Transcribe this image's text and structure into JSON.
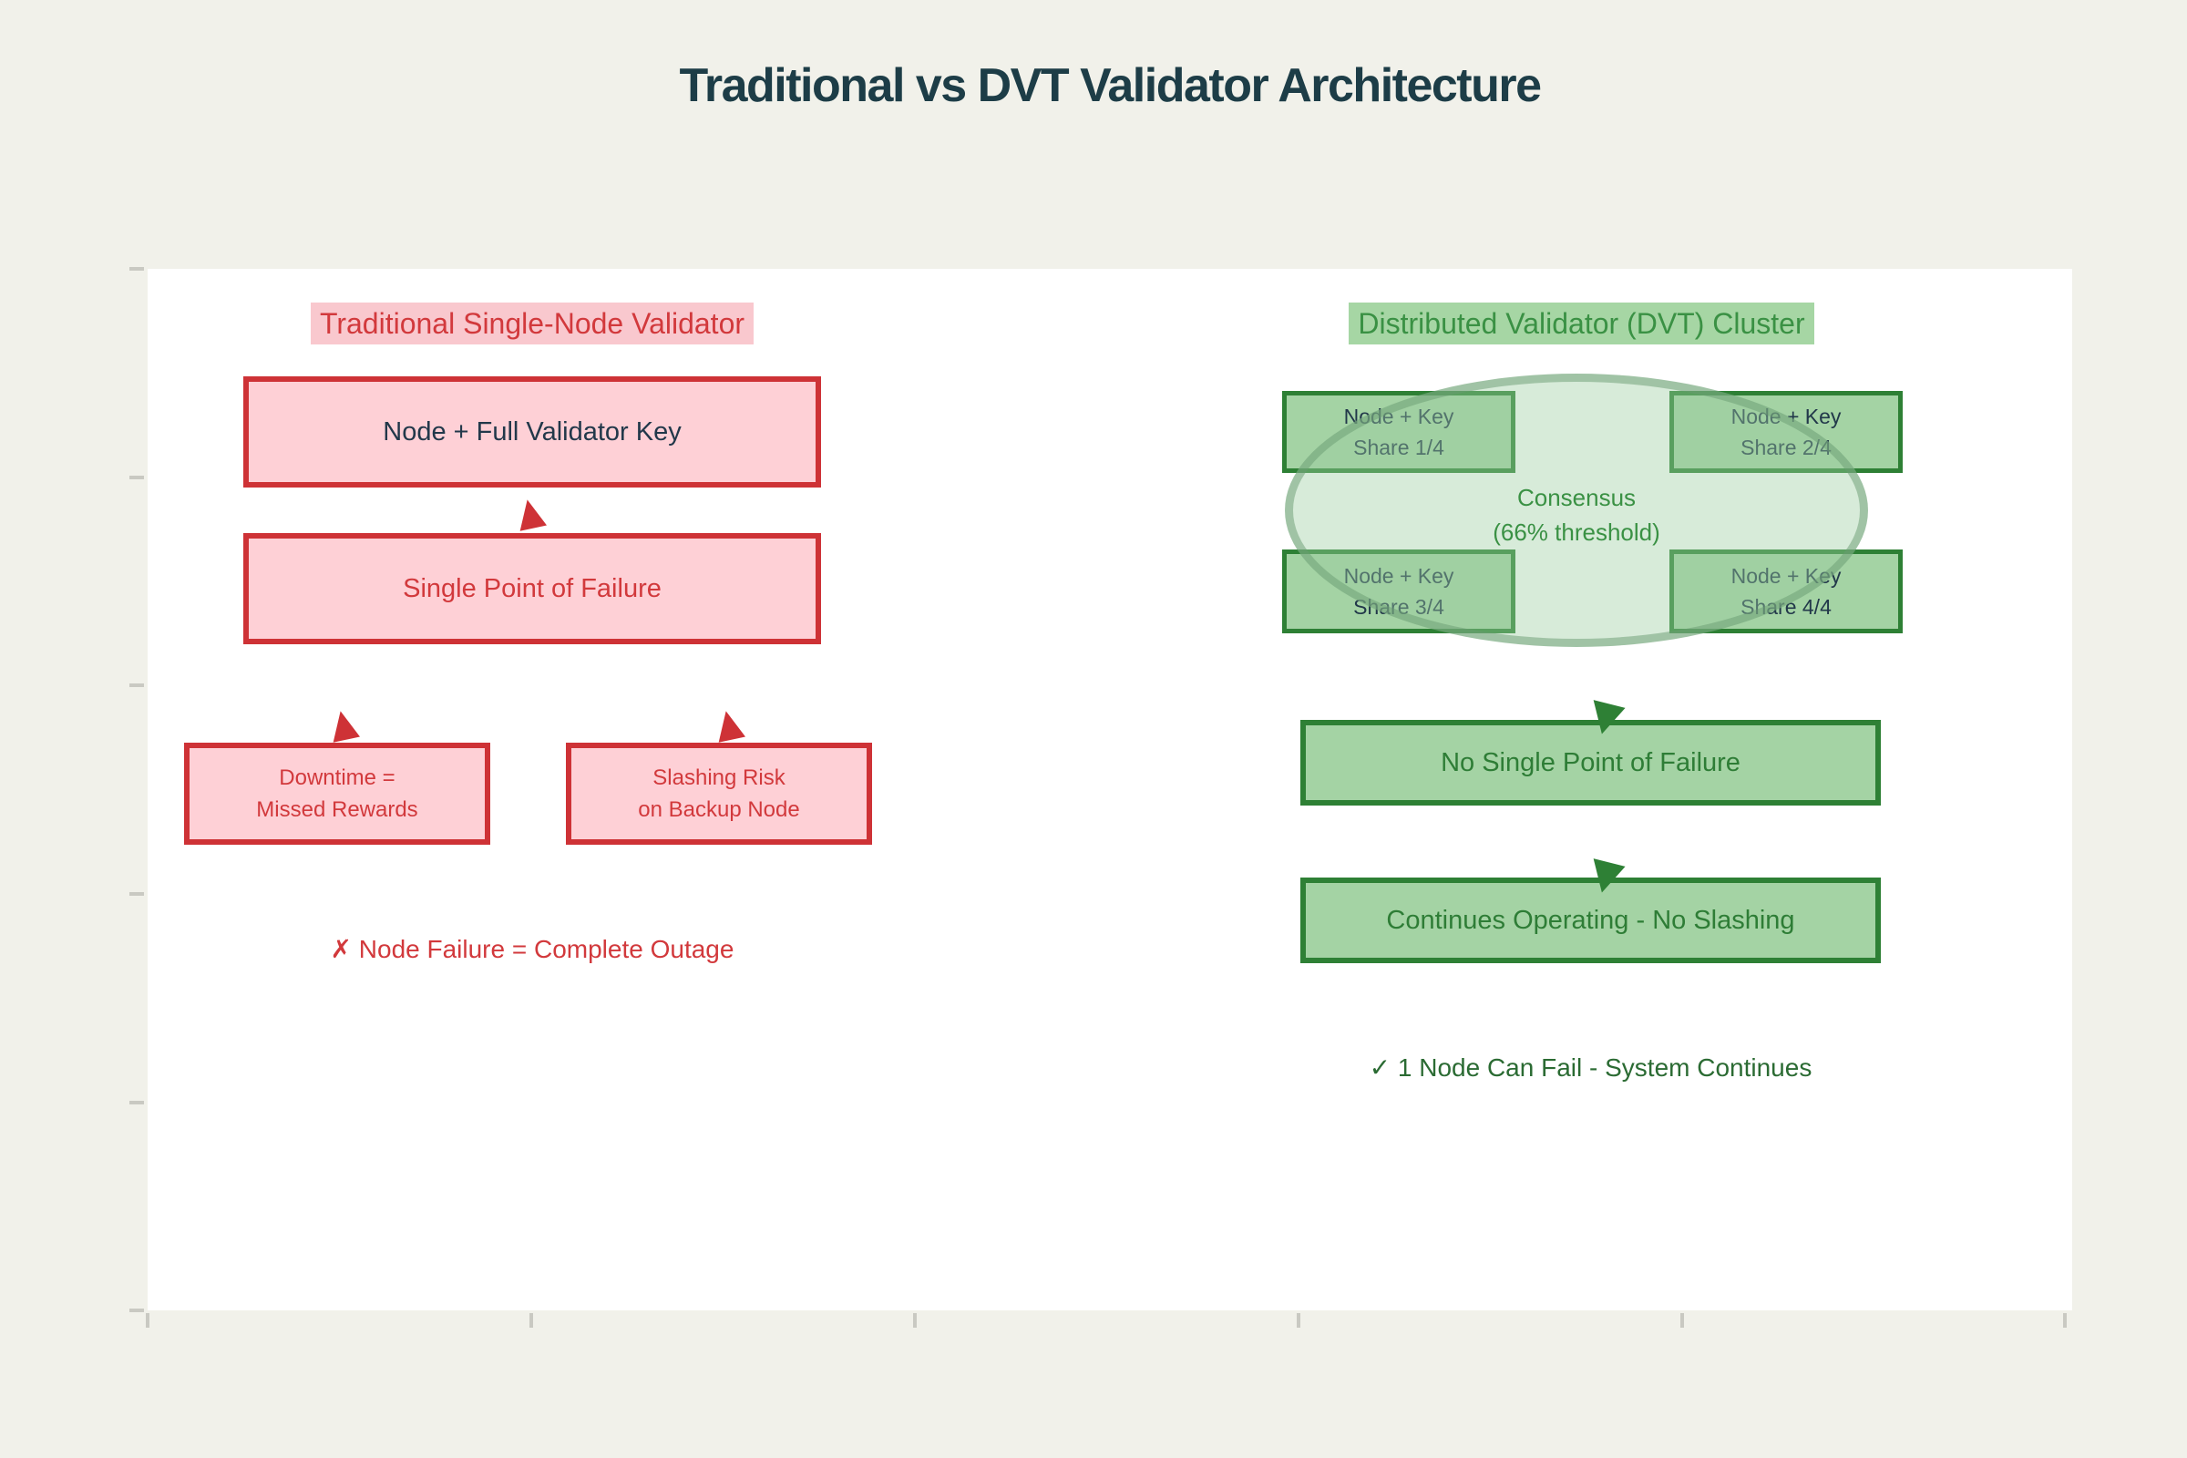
{
  "title": "Traditional vs DVT Validator Architecture",
  "colors": {
    "red_border": "#ce3236",
    "red_text": "#d2393c",
    "pink_fill": "#fed0d6",
    "pink_highlight": "#f9c8ce",
    "green_border": "#2e8035",
    "green_text": "#2e7d36",
    "green_header_text": "#3a9144",
    "green_fill": "#a4d3a4",
    "green_highlight": "#a6d6a4",
    "dark_text": "#22384a",
    "title_text": "#1d3d47",
    "note_green": "#2b6b33"
  },
  "traditional": {
    "header": "Traditional Single-Node Validator",
    "full_key_box": "Node + Full Validator Key",
    "spof_box": "Single Point of Failure",
    "downtime_box": {
      "line1": "Downtime =",
      "line2": "Missed Rewards"
    },
    "slashing_box": {
      "line1": "Slashing Risk",
      "line2": "on Backup Node"
    },
    "note": "✗ Node Failure = Complete Outage"
  },
  "dvt": {
    "header": "Distributed Validator (DVT) Cluster",
    "nodes": [
      {
        "line1": "Node + Key",
        "line2": "Share 1/4"
      },
      {
        "line1": "Node + Key",
        "line2": "Share 2/4"
      },
      {
        "line1": "Node + Key",
        "line2": "Share 3/4"
      },
      {
        "line1": "Node + Key",
        "line2": "Share 4/4"
      }
    ],
    "consensus": {
      "line1": "Consensus",
      "line2": "(66% threshold)"
    },
    "no_spof_box": "No Single Point of Failure",
    "continues_box": "Continues Operating - No Slashing",
    "note": "✓ 1 Node Can Fail - System Continues"
  }
}
